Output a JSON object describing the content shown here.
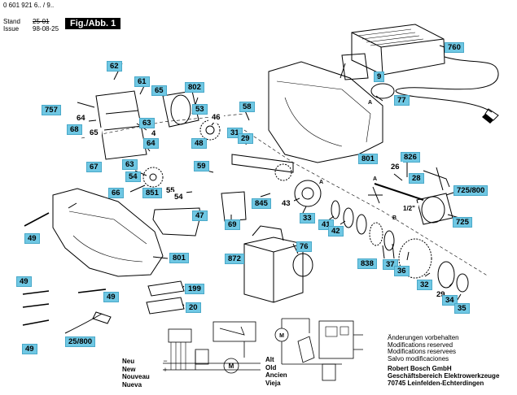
{
  "header": {
    "doc_number": "0 601 921 6.. / 9..",
    "stand_label": "Stand",
    "stand_value": "25-01",
    "issue_label": "Issue",
    "issue_value": "98-08-25",
    "figure": "Fig./Abb. 1"
  },
  "labels": {
    "p760": "760",
    "p9": "9",
    "p77": "77",
    "p62": "62",
    "p61": "61",
    "p65a": "65",
    "p802": "802",
    "p53": "53",
    "p46": "46",
    "p58": "58",
    "p757": "757",
    "p64a": "64",
    "p63a": "63",
    "p68": "68",
    "p65b": "65",
    "p4": "4",
    "p64b": "64",
    "p31": "31",
    "p29a": "29",
    "p48": "48",
    "p63b": "63",
    "p54a": "54",
    "p67": "67",
    "p801a": "801",
    "p826": "826",
    "p26": "26",
    "p28": "28",
    "p59": "59",
    "p66": "66",
    "p851": "851",
    "p55": "55",
    "p54b": "54",
    "p845": "845",
    "p43": "43",
    "p725_800": "725/800",
    "p47": "47",
    "p69": "69",
    "p33": "33",
    "p41": "41",
    "p42": "42",
    "p725": "725",
    "p49a": "49",
    "p872": "872",
    "p76": "76",
    "p801b": "801",
    "p838": "838",
    "p37": "37",
    "p36": "36",
    "p199": "199",
    "p49b": "49",
    "p49c": "49",
    "p32": "32",
    "p29b": "29",
    "p20": "20",
    "p34": "34",
    "p35": "35",
    "p25_800": "25/800",
    "p49d": "49",
    "halfinch": "1/2\""
  },
  "legend": {
    "new": [
      "Neu",
      "New",
      "Nouveau",
      "Nueva"
    ],
    "old": [
      "Alt",
      "Old",
      "Ancien",
      "Vieja"
    ]
  },
  "notes": [
    "Änderungen vorbehalten",
    "Modifications reserved",
    "Modifications reservees",
    "Salvo modificaciones"
  ],
  "company": [
    "Robert Bosch GmbH",
    "Geschäftsbereich Elektrowerkzeuge",
    "70745 Leinfelden-Echterdingen"
  ]
}
